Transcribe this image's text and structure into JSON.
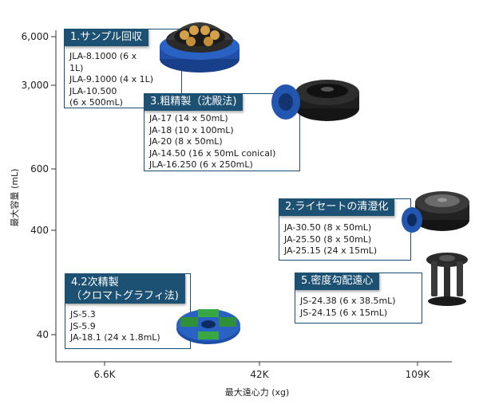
{
  "chart_data": {
    "type": "scatter",
    "xlabel": "最大遠心力 (xg)",
    "ylabel": "最大容量 (mL)",
    "x_ticks": [
      "6.6K",
      "42K",
      "109K"
    ],
    "y_ticks": [
      "40",
      "400",
      "600",
      "3,000",
      "6,000"
    ],
    "groups": [
      {
        "id": "sample-collection",
        "title": "1.サンプル回収",
        "rotors": [
          "JLA-8.1000 (6 x 1L)",
          "JLA-9.1000 (4 x 1L)",
          "JLA-10.500 (6 x 500mL)"
        ],
        "rotor_lines": [
          "JLA-8.1000 (6 x",
          "1L)",
          "JLA-9.1000 (4 x 1L)",
          "JLA-10.500",
          "(6 x 500mL)"
        ]
      },
      {
        "id": "crude-purification",
        "title": "3.粗精製（沈殿法)",
        "rotors": [
          "JA-17 (14 x 50mL)",
          "JA-18 (10 x 100mL)",
          "JA-20 (8 x 50mL)",
          "JA-14.50 (16 x 50mL conical)",
          "JLA-16.250 (6 x 250mL)"
        ]
      },
      {
        "id": "lysate-clarification",
        "title": "2.ライセートの清澄化",
        "rotors": [
          "JA-30.50 (8 x 50mL)",
          "JA-25.50 (8 x 50mL)",
          "JA-25.15 (24 x 15mL)"
        ]
      },
      {
        "id": "density-gradient",
        "title": "5.密度勾配遠心",
        "rotors": [
          "JS-24.38 (6 x 38.5mL)",
          "JS-24.15 (6 x 15mL)"
        ]
      },
      {
        "id": "secondary-purification",
        "title_lines": [
          "4.2次精製",
          "（クロマトグラフィ法)"
        ],
        "rotors": [
          "JS-5.3",
          "JS-5.9",
          "JA-18.1 (24 x 1.8mL)"
        ]
      }
    ]
  },
  "colors": {
    "header_bg": "#1d5174",
    "box_border": "#1d4e6e",
    "axis": "#333333",
    "rotor_blue": "#1f4fa8",
    "rotor_black": "#1c1c1c"
  }
}
